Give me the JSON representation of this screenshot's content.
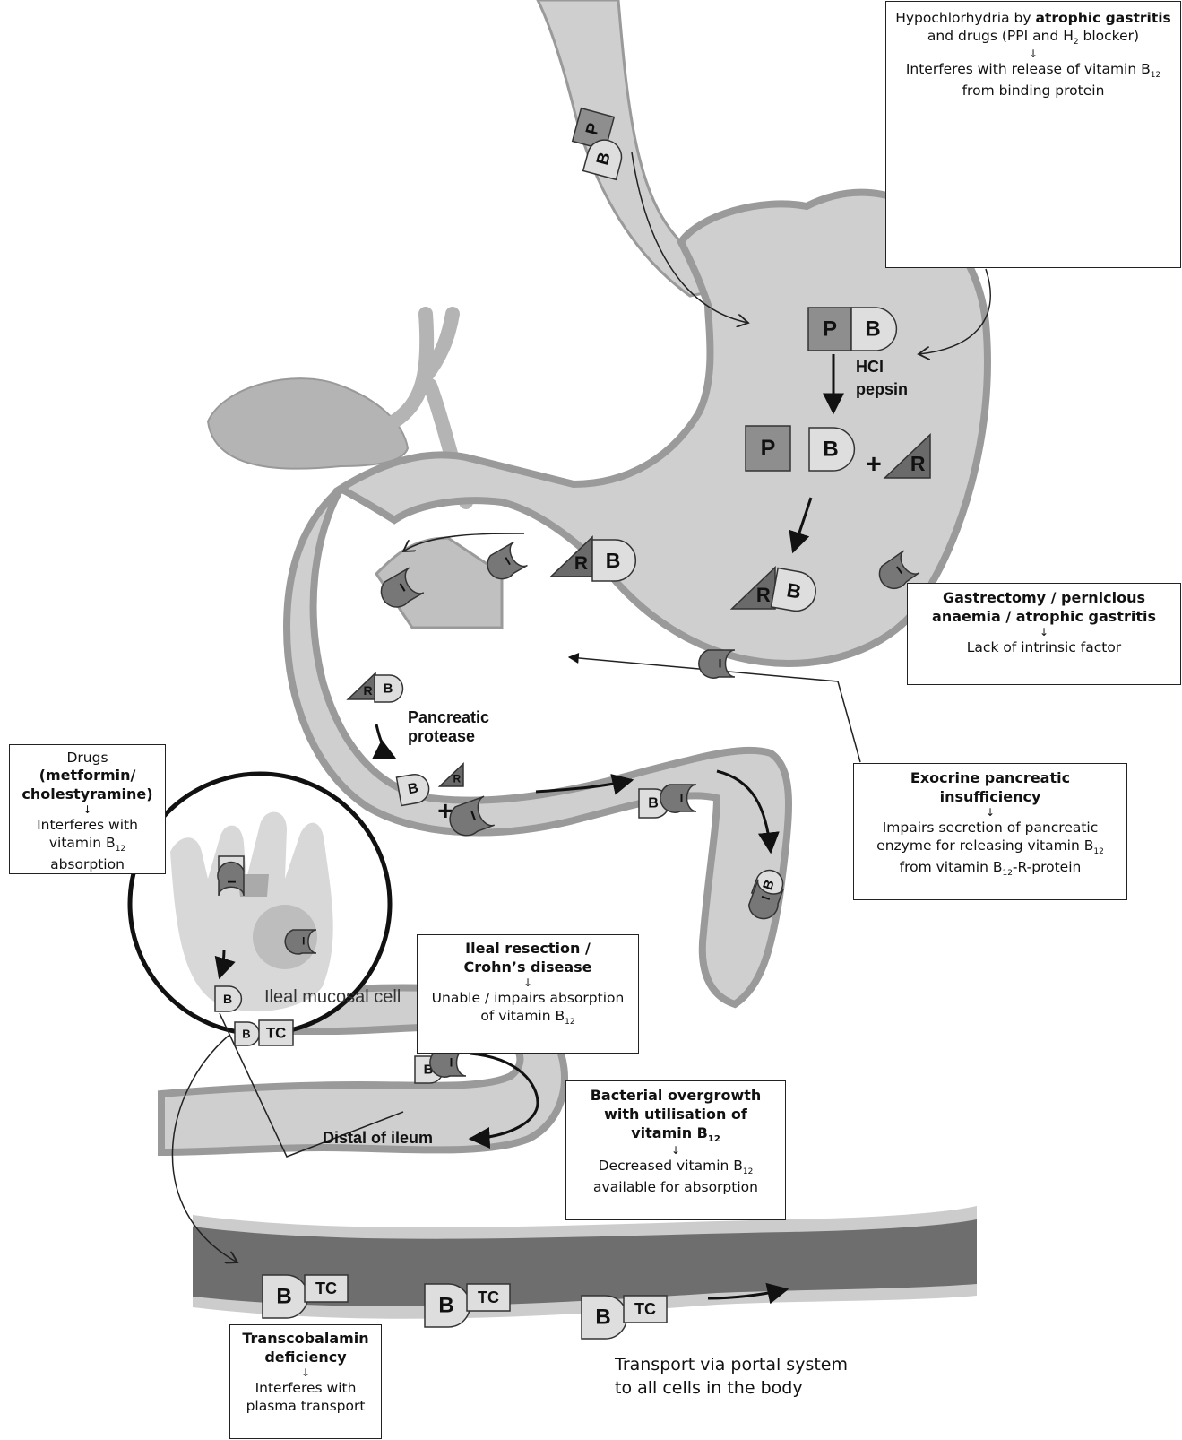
{
  "molecules": {
    "P": "P",
    "B": "B",
    "R": "R",
    "I": "I",
    "TC": "TC"
  },
  "labels": {
    "hcl": "HCl",
    "pepsin": "pepsin",
    "pancreatic_protease": "Pancreatic\nprotease",
    "ileal_mucosal_cell": "Ileal mucosal cell",
    "distal_ileum": "Distal of ileum",
    "transport": "Transport via portal system\nto all cells in the body"
  },
  "boxes": {
    "hypochlorhydria": {
      "line1_pre": "Hypochlorhydria by ",
      "line1_bold": "atrophic gastritis",
      "line1_post": " and drugs (PPI and H",
      "sub2": "2",
      "line1_end": " blocker)",
      "arrow": "↓",
      "line2": "Interferes with release of vitamin B",
      "sub12": "12",
      "line3": "from binding protein"
    },
    "gastrectomy": {
      "title": "Gastrectomy / pernicious anaemia / atrophic gastritis",
      "arrow": "↓",
      "text": "Lack of intrinsic factor"
    },
    "exocrine": {
      "title": "Exocrine pancreatic insufficiency",
      "arrow": "↓",
      "text1": "Impairs secretion of pancreatic enzyme for releasing vitamin B",
      "sub12a": "12",
      "text2": "from vitamin B",
      "sub12b": "12",
      "text3": "-R-protein"
    },
    "drugs": {
      "title1": "Drugs",
      "title2": "(metformin/ cholestyramine)",
      "arrow": "↓",
      "text1": "Interferes with vitamin B",
      "sub12": "12",
      "text2": "absorption"
    },
    "ileal": {
      "title": "Ileal resection / Crohn’s disease",
      "arrow": "↓",
      "text1": "Unable / impairs absorption of vitamin B",
      "sub12": "12"
    },
    "bacterial": {
      "title1": "Bacterial overgrowth with utilisation of vitamin B",
      "sub12a": "12",
      "arrow": "↓",
      "text1": "Decreased vitamin B",
      "sub12b": "12",
      "text2": "available for absorption"
    },
    "transcobalamin": {
      "title": "Transcobalamin deficiency",
      "arrow": "↓",
      "text": "Interferes with plasma transport"
    }
  },
  "colors": {
    "organ_fill": "#cfcfcf",
    "organ_wall": "#9a9a9a",
    "P_fill": "#8e8e8e",
    "B_fill": "#dedede",
    "R_fill": "#6a6a6a",
    "I_fill": "#777777",
    "blood_dark": "#6e6e6e",
    "blood_light": "#cccccc",
    "cell_fill": "#d8d8d8"
  }
}
